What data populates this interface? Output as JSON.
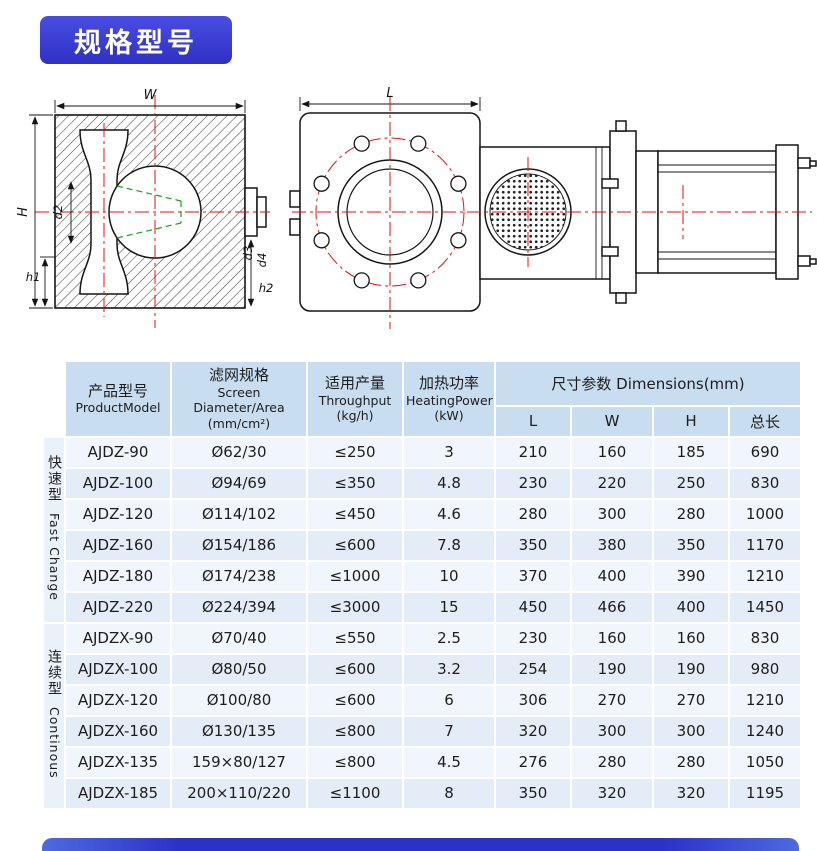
{
  "page": {
    "title_badge": "规格型号"
  },
  "drawing": {
    "labels": {
      "W": "W",
      "L": "L",
      "H": "H",
      "d2": "d2",
      "d3": "d3",
      "d4": "d4",
      "h1": "h1",
      "h2": "h2"
    }
  },
  "table": {
    "headers": {
      "product_model_zh": "产品型号",
      "product_model_en": "ProductModel",
      "screen_zh": "滤网规格",
      "screen_en": "Screen Diameter/Area",
      "screen_unit": "(mm/cm²)",
      "throughput_zh": "适用产量",
      "throughput_en": "Throughput",
      "throughput_unit": "(kg/h)",
      "power_zh": "加热功率",
      "power_en": "HeatingPower",
      "power_unit": "(kW)",
      "dimensions": "尺寸参数 Dimensions(mm)",
      "dim_l": "L",
      "dim_w": "W",
      "dim_h": "H",
      "dim_total": "总长"
    },
    "groups": [
      {
        "label_zh": "快速型",
        "label_en": "Fast Change",
        "rows": 6
      },
      {
        "label_zh": "连续型",
        "label_en": "Continous",
        "rows": 6
      }
    ],
    "rows": [
      {
        "model": "AJDZ-90",
        "screen": "Ø62/30",
        "throughput": "≤250",
        "power": "3",
        "l": "210",
        "w": "160",
        "h": "185",
        "total": "690"
      },
      {
        "model": "AJDZ-100",
        "screen": "Ø94/69",
        "throughput": "≤350",
        "power": "4.8",
        "l": "230",
        "w": "220",
        "h": "250",
        "total": "830"
      },
      {
        "model": "AJDZ-120",
        "screen": "Ø114/102",
        "throughput": "≤450",
        "power": "4.6",
        "l": "280",
        "w": "300",
        "h": "280",
        "total": "1000"
      },
      {
        "model": "AJDZ-160",
        "screen": "Ø154/186",
        "throughput": "≤600",
        "power": "7.8",
        "l": "350",
        "w": "380",
        "h": "350",
        "total": "1170"
      },
      {
        "model": "AJDZ-180",
        "screen": "Ø174/238",
        "throughput": "≤1000",
        "power": "10",
        "l": "370",
        "w": "400",
        "h": "390",
        "total": "1210"
      },
      {
        "model": "AJDZ-220",
        "screen": "Ø224/394",
        "throughput": "≤3000",
        "power": "15",
        "l": "450",
        "w": "466",
        "h": "400",
        "total": "1450"
      },
      {
        "model": "AJDZX-90",
        "screen": "Ø70/40",
        "throughput": "≤550",
        "power": "2.5",
        "l": "230",
        "w": "160",
        "h": "160",
        "total": "830"
      },
      {
        "model": "AJDZX-100",
        "screen": "Ø80/50",
        "throughput": "≤600",
        "power": "3.2",
        "l": "254",
        "w": "190",
        "h": "190",
        "total": "980"
      },
      {
        "model": "AJDZX-120",
        "screen": "Ø100/80",
        "throughput": "≤600",
        "power": "6",
        "l": "306",
        "w": "270",
        "h": "270",
        "total": "1210"
      },
      {
        "model": "AJDZX-160",
        "screen": "Ø130/135",
        "throughput": "≤800",
        "power": "7",
        "l": "320",
        "w": "300",
        "h": "300",
        "total": "1240"
      },
      {
        "model": "AJDZX-135",
        "screen": "159×80/127",
        "throughput": "≤800",
        "power": "4.5",
        "l": "276",
        "w": "280",
        "h": "280",
        "total": "1050"
      },
      {
        "model": "AJDZX-185",
        "screen": "200×110/220",
        "throughput": "≤1100",
        "power": "8",
        "l": "350",
        "w": "320",
        "h": "320",
        "total": "1195"
      }
    ]
  },
  "colors": {
    "badge_top": "#4a4de4",
    "badge_bottom": "#2e31c3",
    "header_bg": "#c8ddef",
    "row_bg": "#f1f6fc",
    "row_alt_bg": "#e4edf7",
    "group_bg": "#e9f1f9",
    "centerline_red": "#e01212",
    "hidden_green": "#18a018",
    "bar_mid": "#2b32c8",
    "bar_edge": "#4f6ade"
  }
}
